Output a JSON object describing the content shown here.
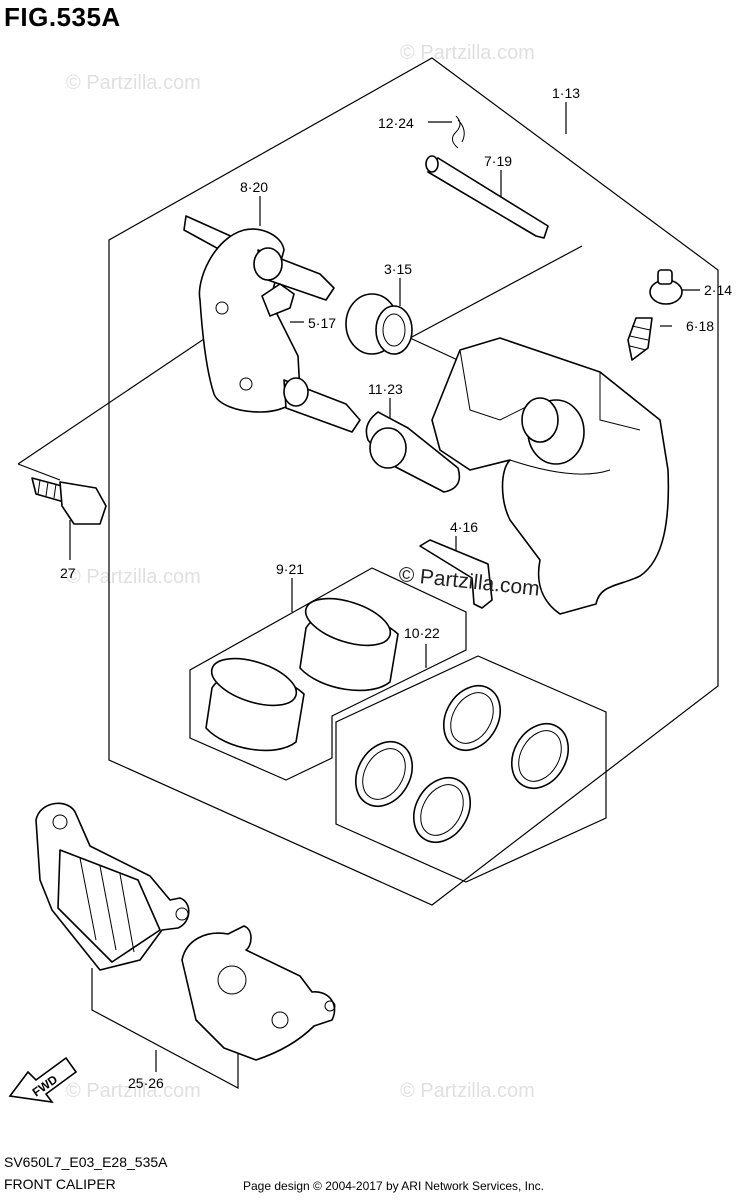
{
  "figure_id": "FIG.535A",
  "model_code": "SV650L7_E03_E28_535A",
  "section_title": "FRONT CALIPER",
  "footer_text": "Page design © 2004-2017 by ARI Network Services, Inc.",
  "watermark_text": "© Partzilla.com",
  "watermark_color": "#e0e0e0",
  "fwd_label": "FWD",
  "callouts": {
    "c1_13": "1·13",
    "c12_24": "12·24",
    "c7_19": "7·19",
    "c8_20": "8·20",
    "c3_15": "3·15",
    "c2_14": "2·14",
    "c5_17": "5·17",
    "c6_18": "6·18",
    "c11_23": "11·23",
    "c27": "27",
    "c4_16": "4·16",
    "c9_21": "9·21",
    "c10_22": "10·22",
    "c25_26": "25·26"
  }
}
